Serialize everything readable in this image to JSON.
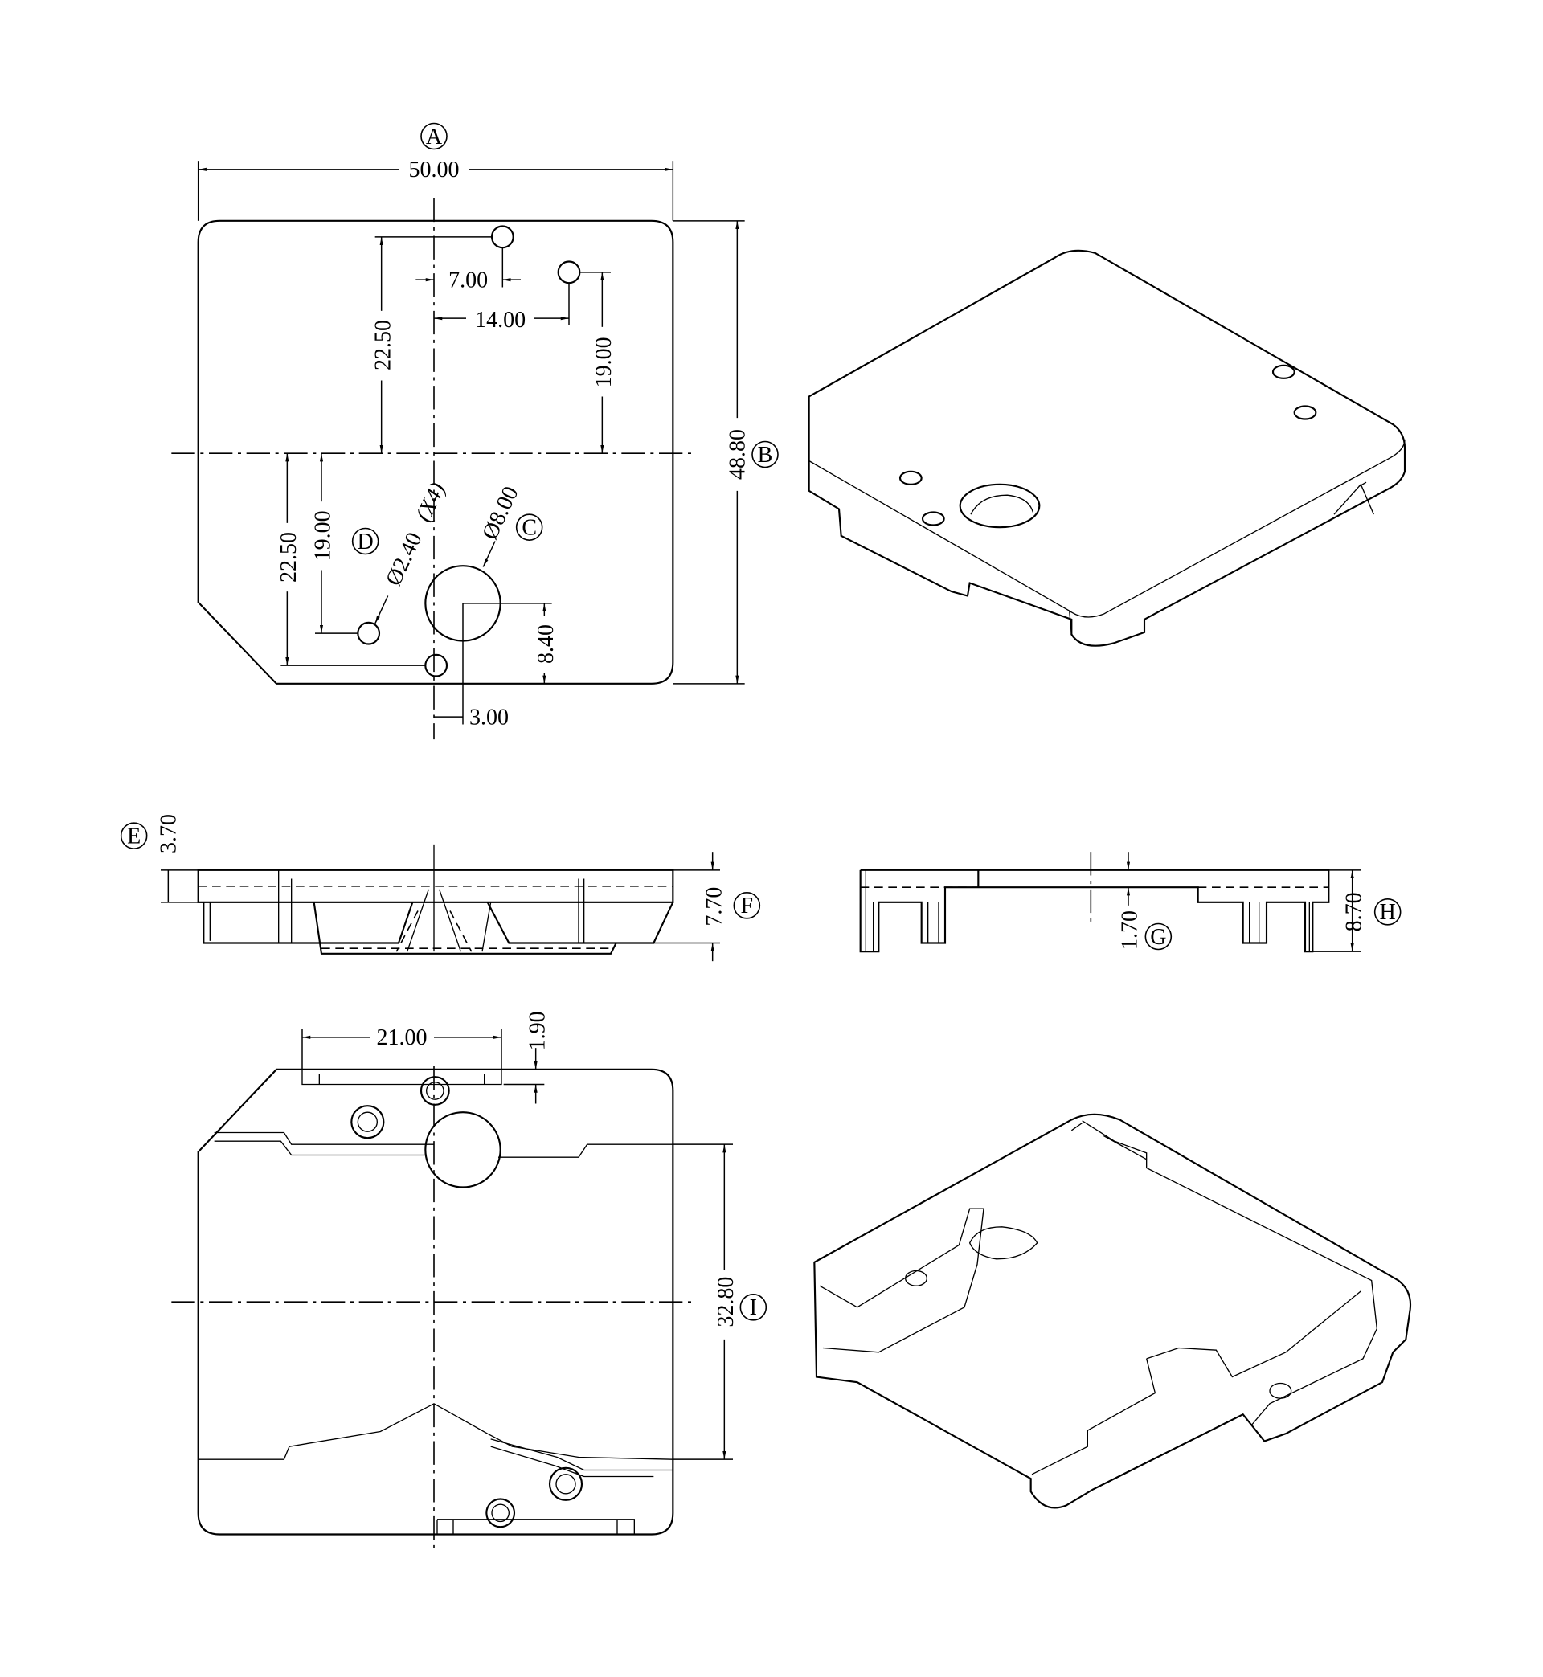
{
  "callouts": {
    "A": "A",
    "B": "B",
    "C": "C",
    "D": "D",
    "E": "E",
    "F": "F",
    "G": "G",
    "H": "H",
    "I": "I"
  },
  "top_view": {
    "width": "50.00",
    "height": "48.80",
    "hole_dx1": "7.00",
    "hole_dx2": "14.00",
    "hole_dy_up1": "22.50",
    "hole_dy_up2": "19.00",
    "hole_dy_dn1": "22.50",
    "hole_dy_dn2": "19.00",
    "hole_dia": "Ø2.40",
    "hole_count": "(X4)",
    "bore_dia": "Ø8.00",
    "bore_dy": "8.40",
    "bore_dx": "3.00"
  },
  "side_views": {
    "flange": "3.70",
    "total_left": "7.70",
    "wall": "1.70",
    "total_right": "8.70"
  },
  "bottom_view": {
    "slot_width": "21.00",
    "slot_depth": "1.90",
    "inner_height": "32.80"
  }
}
